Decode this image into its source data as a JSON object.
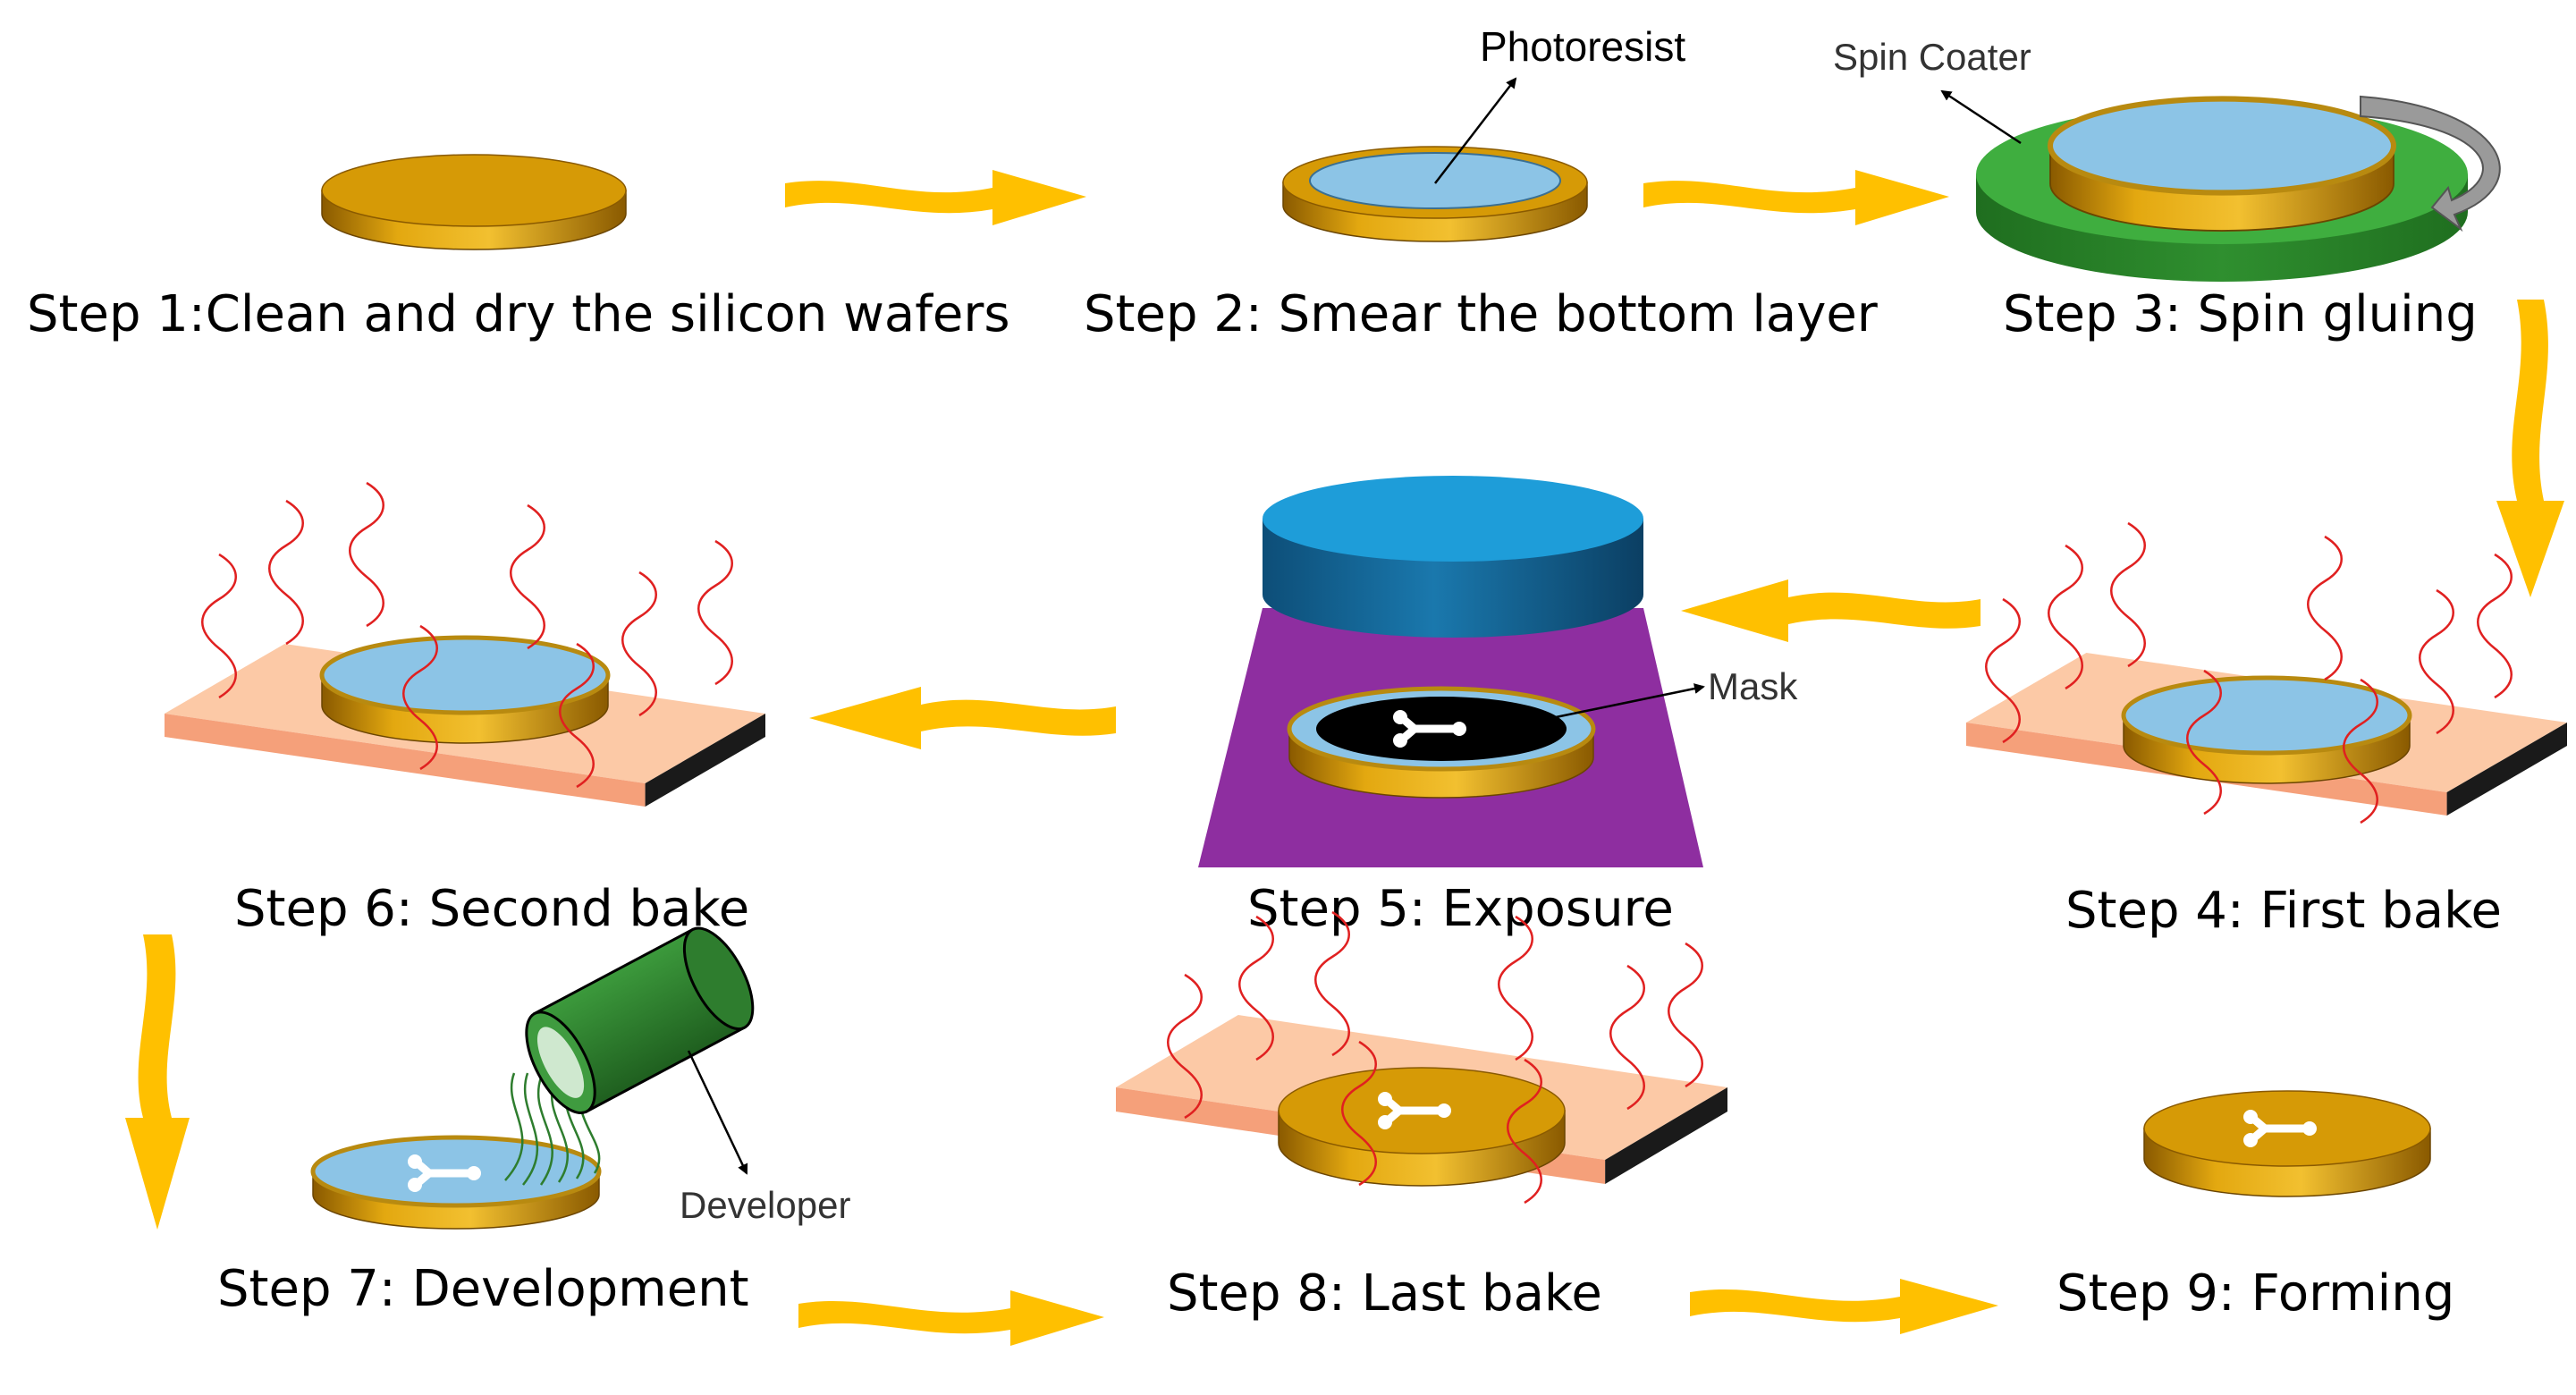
{
  "steps": [
    {
      "label": "Step 1:Clean and dry the silicon wafers"
    },
    {
      "label": "Step 2: Smear the bottom layer"
    },
    {
      "label": "Step 3: Spin gluing"
    },
    {
      "label": "Step 4: First bake"
    },
    {
      "label": "Step 5: Exposure"
    },
    {
      "label": "Step 6: Second bake"
    },
    {
      "label": "Step 7: Development"
    },
    {
      "label": "Step 8: Last bake"
    },
    {
      "label": "Step 9: Forming"
    }
  ],
  "callouts": {
    "photoresist": "Photoresist",
    "spin_coater": "Spin Coater",
    "mask": "Mask",
    "developer": "Developer"
  },
  "colors": {
    "wafer": "#d69a06",
    "photoresist": "#8cc4e6",
    "arrow": "#ffc000",
    "spin_coater": "#3fae3f",
    "hotplate": "#fcc9a6",
    "heat_wave": "#e02020",
    "light_source": "#1e9dd9",
    "exposure_beam": "#8e2ea0",
    "developer_bottle": "#2e7d2e"
  },
  "icons": [
    "flow-arrow-icon",
    "heat-wave-icon",
    "rotation-arrow-icon",
    "pointer-arrow-icon"
  ]
}
